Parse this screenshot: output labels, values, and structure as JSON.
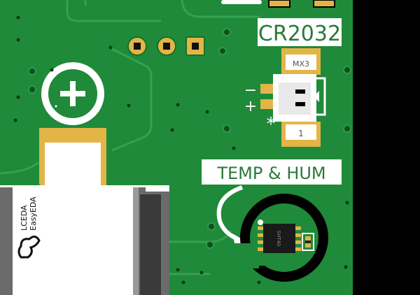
{
  "labels": {
    "battery": "CR2032",
    "sensor": "TEMP & HUM",
    "connector_ref": "MX3",
    "pin_one": "1",
    "minus": "−",
    "plus": "+",
    "asterisk": "*",
    "logo_line1": "LCEDA",
    "logo_line2": "EasyEDA",
    "chip_marking": "SHT40"
  },
  "colors": {
    "pcb": "#1f8a3a",
    "trace": "#33a04e",
    "silk": "#ffffff",
    "gold": "#e3b547",
    "black": "#000000"
  },
  "icons": [
    "plus-symbol-icon",
    "cloud-logo-icon",
    "curved-arrow-icon"
  ]
}
